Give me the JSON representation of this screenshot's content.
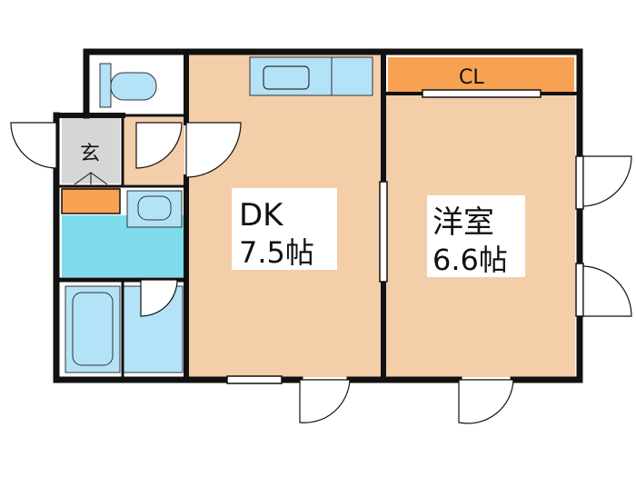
{
  "rooms": {
    "dk": {
      "name": "DK",
      "size": "7.5帖"
    },
    "western": {
      "name": "洋室",
      "size": "6.6帖"
    },
    "closet": {
      "name": "CL"
    },
    "entrance": {
      "name": "玄"
    }
  },
  "colors": {
    "floor_tan": "#f4cda9",
    "closet_orange": "#f6a252",
    "wet_blue": "#7fdcec",
    "fixture_blue": "#b4e2f7",
    "entrance_gray": "#d6d6d6",
    "wall": "#111111"
  }
}
